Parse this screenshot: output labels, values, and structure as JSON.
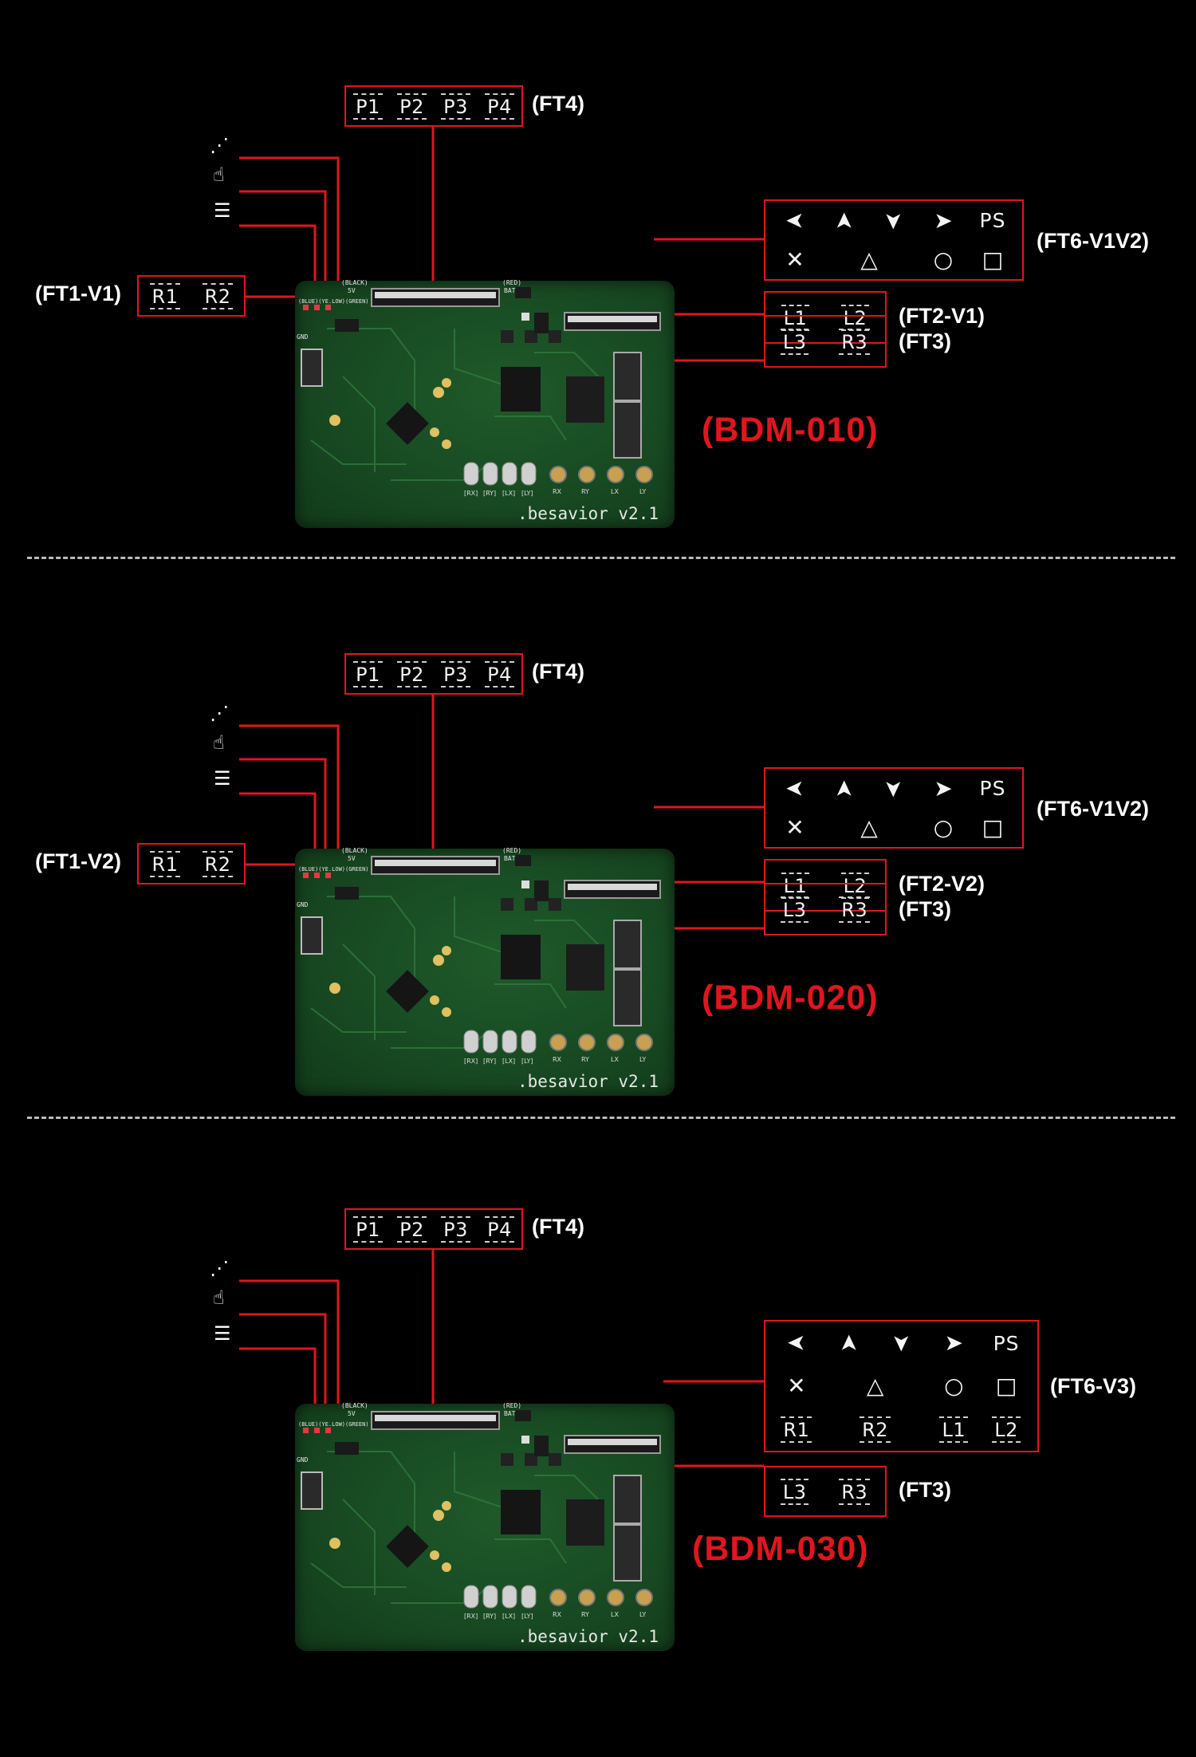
{
  "icons": {
    "led": "light-rays-icon",
    "button": "tap-finger-icon",
    "menu": "menu-lines-icon"
  },
  "colors": {
    "accent": "#e0161e",
    "background": "#000000",
    "pcb": "#1a4d24"
  },
  "board": {
    "version_text": ".besavior v2.1",
    "pin_labels": [
      "[RX]",
      "[RY]",
      "[LX]",
      "[LY]"
    ],
    "pot_labels": [
      "RX",
      "RY",
      "LX",
      "LY"
    ],
    "silk_top": [
      "(BLACK)",
      "5V",
      "(RED)",
      "BAT"
    ],
    "silk_left": [
      "GND"
    ],
    "silk_leds": "(BLUE)(YE.LOW)(GREEN)"
  },
  "ft4": {
    "keys": [
      "P1",
      "P2",
      "P3",
      "P4"
    ],
    "label": "(FT4)"
  },
  "ft3": {
    "keys": [
      "L3",
      "R3"
    ],
    "label": "(FT3)"
  },
  "ft6_row1": [
    "➤",
    "➤",
    "➤",
    "➤",
    "PS"
  ],
  "ft6_row2": [
    "✕",
    "△",
    "○",
    "□"
  ],
  "panels": [
    {
      "model": "(BDM-010)",
      "ft1": {
        "label": "(FT1-V1)",
        "keys": [
          "R1",
          "R2"
        ]
      },
      "ft2": {
        "label": "(FT2-V1)",
        "keys": [
          "L1",
          "L2"
        ]
      },
      "ft6": {
        "label": "(FT6-V1V2)"
      }
    },
    {
      "model": "(BDM-020)",
      "ft1": {
        "label": "(FT1-V2)",
        "keys": [
          "R1",
          "R2"
        ]
      },
      "ft2": {
        "label": "(FT2-V2)",
        "keys": [
          "L1",
          "L2"
        ]
      },
      "ft6": {
        "label": "(FT6-V1V2)"
      }
    },
    {
      "model": "(BDM-030)",
      "ft6": {
        "label": "(FT6-V3)",
        "row3": [
          "R1",
          "R2",
          "L1",
          "L2"
        ]
      }
    }
  ]
}
